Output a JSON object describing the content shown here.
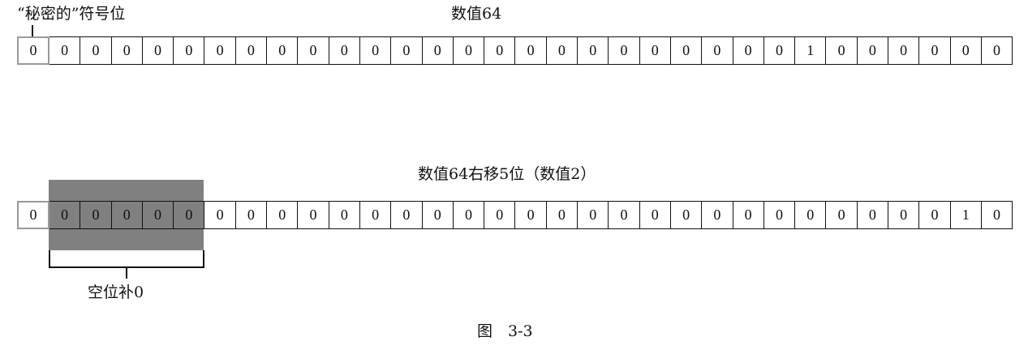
{
  "row1": {
    "sign_label": "“秘密的”符号位",
    "title": "数值64",
    "bits": [
      0,
      0,
      0,
      0,
      0,
      0,
      0,
      0,
      0,
      0,
      0,
      0,
      0,
      0,
      0,
      0,
      0,
      0,
      0,
      0,
      0,
      0,
      0,
      0,
      0,
      1,
      0,
      0,
      0,
      0,
      0,
      0
    ]
  },
  "row2": {
    "title": "数值64右移5位（数值2）",
    "bits": [
      0,
      0,
      0,
      0,
      0,
      0,
      0,
      0,
      0,
      0,
      0,
      0,
      0,
      0,
      0,
      0,
      0,
      0,
      0,
      0,
      0,
      0,
      0,
      0,
      0,
      0,
      0,
      0,
      0,
      0,
      1,
      0
    ],
    "fill_label": "空位补0"
  },
  "caption": "图　3-3",
  "colors": {
    "highlight": "#808080",
    "sign_border": "#999999"
  }
}
